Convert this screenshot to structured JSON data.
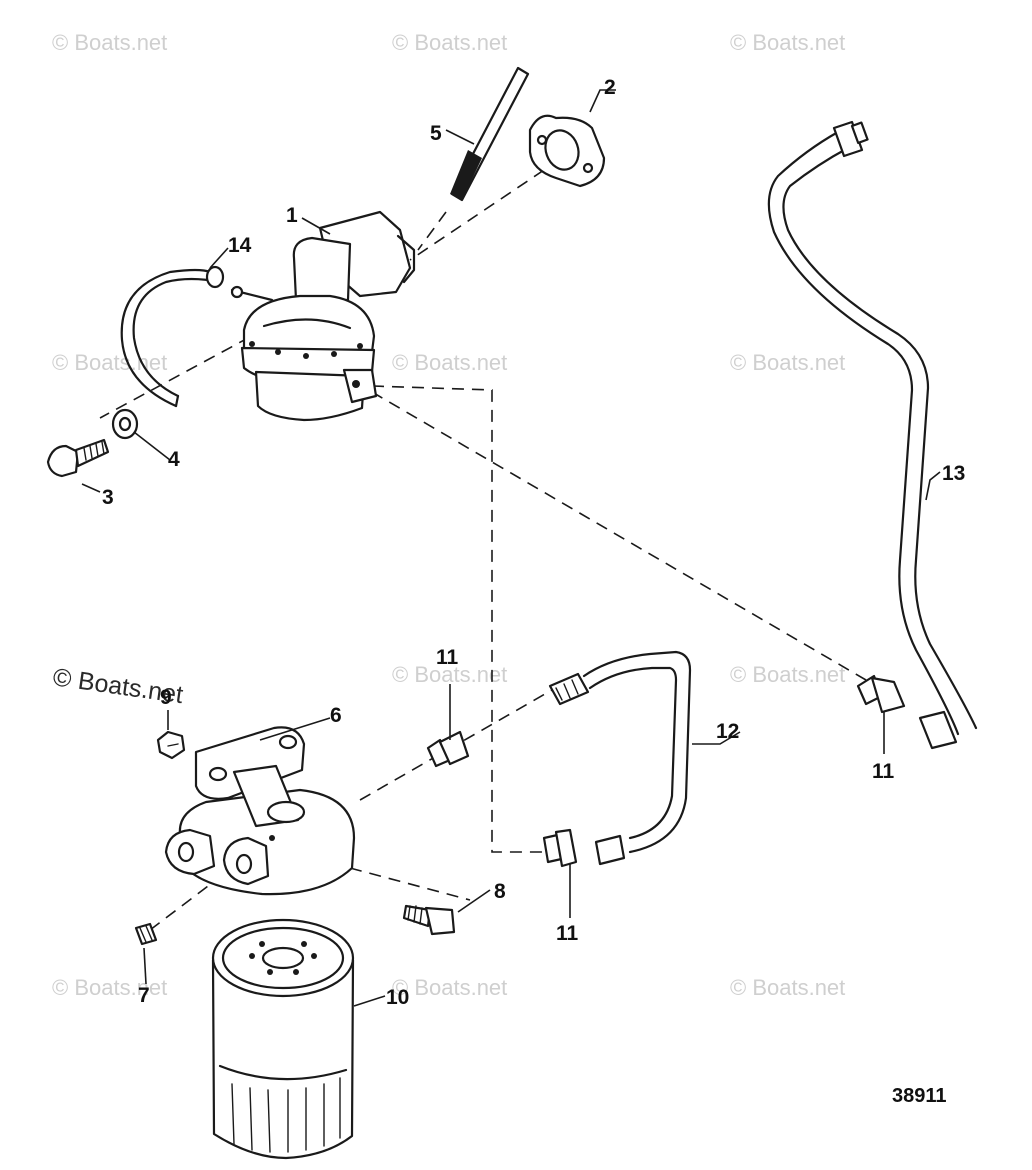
{
  "watermark": "© Boats.net",
  "prominent_watermark": "© Boats.net",
  "reference_number": "38911",
  "callouts": {
    "c1": "1",
    "c2": "2",
    "c3": "3",
    "c4": "4",
    "c5": "5",
    "c6": "6",
    "c7": "7",
    "c8": "8",
    "c9": "9",
    "c10": "10",
    "c11a": "11",
    "c11b": "11",
    "c11c": "11",
    "c12": "12",
    "c13": "13",
    "c14": "14"
  }
}
